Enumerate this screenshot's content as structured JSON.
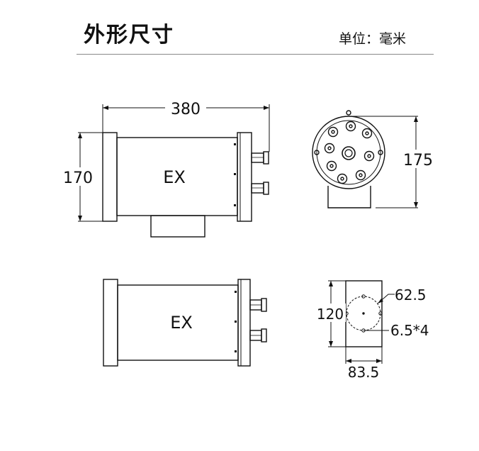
{
  "header": {
    "title": "外形尺寸",
    "unit_label": "单位：毫米"
  },
  "views": {
    "front_view": {
      "label": "EX",
      "width_dim": "380",
      "height_dim": "170"
    },
    "end_view": {
      "height_dim": "175"
    },
    "top_view": {
      "label": "EX"
    },
    "mount_view": {
      "height_dim": "120",
      "width_dim": "83.5",
      "circle_dim": "62.5",
      "hole_dim": "6.5*4"
    }
  }
}
